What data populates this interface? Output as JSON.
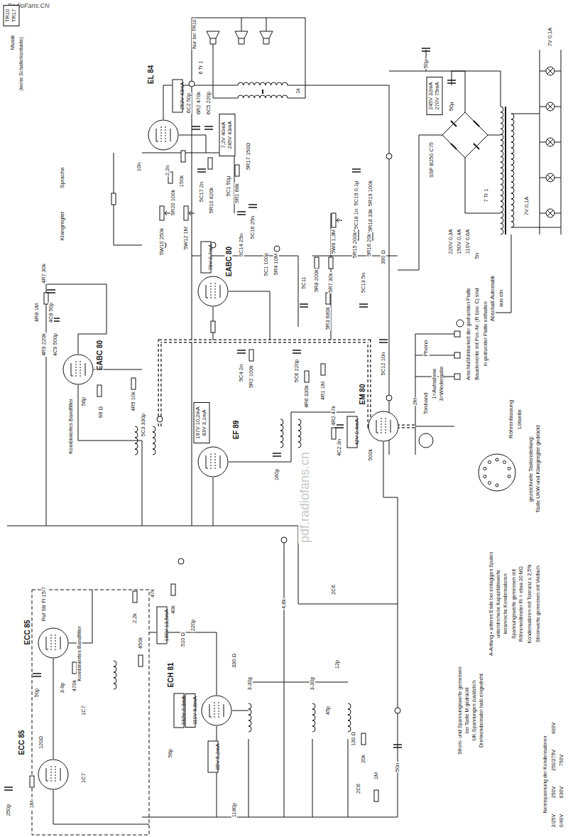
{
  "diagram": {
    "nodes": [
      {
        "text": [
          "TR10 TR17"
        ]
      },
      {
        "text": [
          "EL 84"
        ]
      },
      {
        "text": [
          "253V 43mA"
        ]
      },
      {
        "text": [
          "7,2V 40mA 245V 43mA"
        ]
      },
      {
        "text": [
          "EABC 80"
        ]
      },
      {
        "text": [
          "79V 0,7mA"
        ]
      },
      {
        "text": [
          "EABC 80"
        ]
      },
      {
        "text": [
          "EF 89"
        ]
      },
      {
        "text": [
          "197V 10,2mA 83V 3,1mA"
        ]
      },
      {
        "text": [
          "EM 80"
        ]
      },
      {
        "text": [
          "42V 0,4mA"
        ]
      },
      {
        "text": [
          "ECC 85"
        ]
      },
      {
        "text": [
          "ECC 85"
        ]
      },
      {
        "text": [
          "ECH 81"
        ]
      },
      {
        "text": [
          "180V 13,5mA"
        ]
      },
      {
        "text": [
          "232V 2,3mA"
        ]
      },
      {
        "text": [
          "111V 9,8mA"
        ]
      },
      {
        "text": [
          "85V 5,2mA"
        ]
      },
      {
        "text": [
          "245V 32mA 270V 75mA"
        ]
      }
    ],
    "labels": [
      "RadioFans.CN",
      "Musik",
      "(keine Schalterkontakte)",
      "Sprache",
      "Klangregler",
      "Nur bei TR10",
      "6C2 50p",
      "6R2 470k",
      "6C5 220p",
      "6 Tr 1",
      "1k",
      "5C1 50µ",
      "5R17 150Ω",
      "10n",
      "2,2n",
      "150k",
      "5R20 100k",
      "5W10 250k",
      "5C17 2n",
      "5R10 820k",
      "5R1 68k",
      "5W12 1M",
      "5C14 25n",
      "5C16 25n",
      "5C1 100p",
      "5R4 10M",
      "5R15 200k",
      "5R16 20k",
      "5C19 0,1µ",
      "5R19 100k",
      "5C18 1n",
      "5R18 33k",
      "390 Ω",
      "5W8 1,3M",
      "5R7 30k",
      "5R8 200k",
      "5C11",
      "5C13 5n",
      "5R3 680k",
      "5C12 10n",
      "4R7 30k",
      "4R8 1M",
      "4C8 50p",
      "4R9 220k",
      "4C9 500p",
      "56p",
      "Kombiniertes Bandfilter",
      "68 Ω",
      "4R5 10k",
      "5C3 330p",
      "5C4 2n",
      "5R2 100k",
      "5C6 220p",
      "4R6 330k",
      "4R1 1M",
      "4R2 47k",
      "4C2 3n",
      "500k",
      "160p",
      "Phono",
      "Tonband",
      "1=Aufnahme",
      "3=Wiedergabe",
      "2M",
      "Röhrenfassung",
      "Lötseite",
      "gezeichnete Tastenstellung:",
      "Taste UKW und Klangregler gedrückt",
      "Anschlußfühlbarkeit der gedruckten Platte",
      "Bauelemente mit Pos.-Nr. (R bzw. C) sind",
      "in gedruckter Platte enthalten",
      "SSF B250 C75",
      "50µ",
      "50µ",
      "7 Tr 1",
      "220V 0,3A",
      "150V 0,4A",
      "110V 0,6A",
      "5n",
      "Abschalt-Automatik",
      "aus ein",
      "7V 0,1A",
      "7V 0,1A",
      "Ruf Str Fi 15/7",
      "Kombiniertes Bandfilter",
      "220p",
      "40k",
      "47k",
      "2,2k",
      "450k",
      "510 Ω",
      "330 Ω",
      "3-30p",
      "3-30p",
      "12p",
      "45p",
      "130 Ω",
      "2C6",
      "2C6",
      "20k",
      "1M",
      "50n",
      "1180p",
      "4,6k",
      "56p",
      "470k",
      "1C7",
      "1C7",
      "50p",
      "3-9p",
      "250p",
      "1M",
      "120Ω",
      "Strom- und Spannungswerte gemessen",
      "bei Taste M gedrückt",
      "UK-Spannungen zusätzlich",
      "Drehkondensator halb eingedreht",
      "A-Anfang • unteres Ende bei einlagigen Spulen",
      "unterstrichene Kapazitätswerte",
      "keramische Kondensatoren",
      "Spannungswerte gemessen mit",
      "Röhrenvoltmeter Ri = etwa 20 MΩ",
      "Kondensatoren mit Toleranz ≤ 2,5%",
      "Stromwerte gemessen mit Vielfach",
      "Nennspannung der Kondensatoren",
      "2/25V",
      "250V",
      "250/275V",
      "400V",
      "0/40V",
      "630V",
      "750V",
      "pdf.radiofans.cn"
    ]
  }
}
